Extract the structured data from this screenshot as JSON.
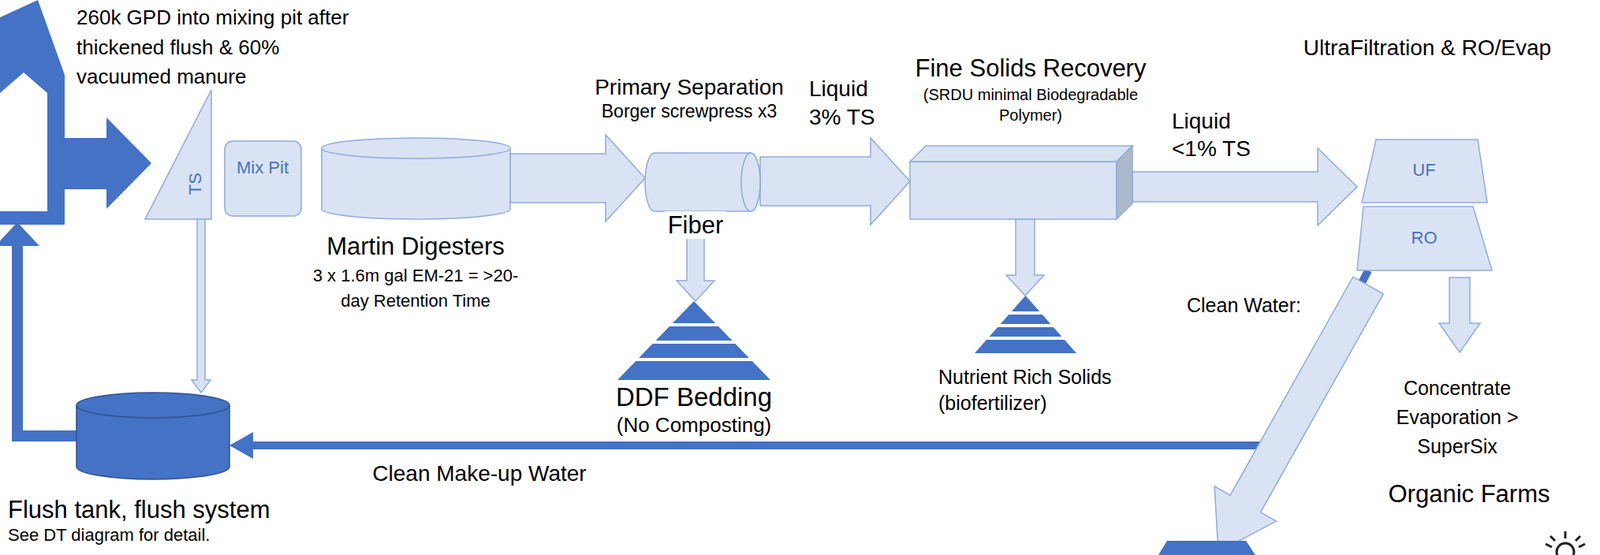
{
  "diagram": {
    "nodes": [
      {
        "text": [
          "TS"
        ]
      },
      {
        "text": [
          "Mix Pit"
        ]
      },
      {
        "text": [
          "Martin Digesters",
          "3 x 1.6m gal EM-21 = >20-day Retention Time"
        ]
      },
      {
        "text": [
          "Primary Separation",
          "Borger screwpress x3"
        ]
      },
      {
        "text": [
          "DDF Bedding",
          "(No Composting)"
        ]
      },
      {
        "text": [
          "Fine Solids Recovery",
          "(SRDU minimal Biodegradable Polymer)"
        ]
      },
      {
        "text": [
          "Nutrient Rich Solids (biofertilizer)"
        ]
      },
      {
        "text": [
          "UF"
        ]
      },
      {
        "text": [
          "RO"
        ]
      },
      {
        "text": [
          "Flush tank, flush system",
          "See DT diagram for detail."
        ]
      }
    ],
    "edges": [
      {
        "from": 2,
        "to": 3,
        "arrow": "to"
      },
      {
        "from": 3,
        "to": 4,
        "arrow": "to",
        "label": "Fiber"
      },
      {
        "from": 3,
        "to": 5,
        "arrow": "to",
        "label": "Liquid 3% TS"
      },
      {
        "from": 5,
        "to": 6,
        "arrow": "to"
      },
      {
        "from": 5,
        "to": 7,
        "arrow": "to",
        "label": "Liquid <1% TS"
      },
      {
        "from": 8,
        "to": 9,
        "arrow": "to",
        "label": "Clean Make-up Water"
      },
      {
        "from": 0,
        "to": 9,
        "arrow": "to"
      }
    ],
    "labels": [
      "260k GPD into mixing pit after thickened flush & 60% vacuumed manure",
      "UltraFiltration & RO/Evap",
      "Clean Water:",
      "Concentrate Evaporation > SuperSix",
      "Organic Farms"
    ]
  }
}
